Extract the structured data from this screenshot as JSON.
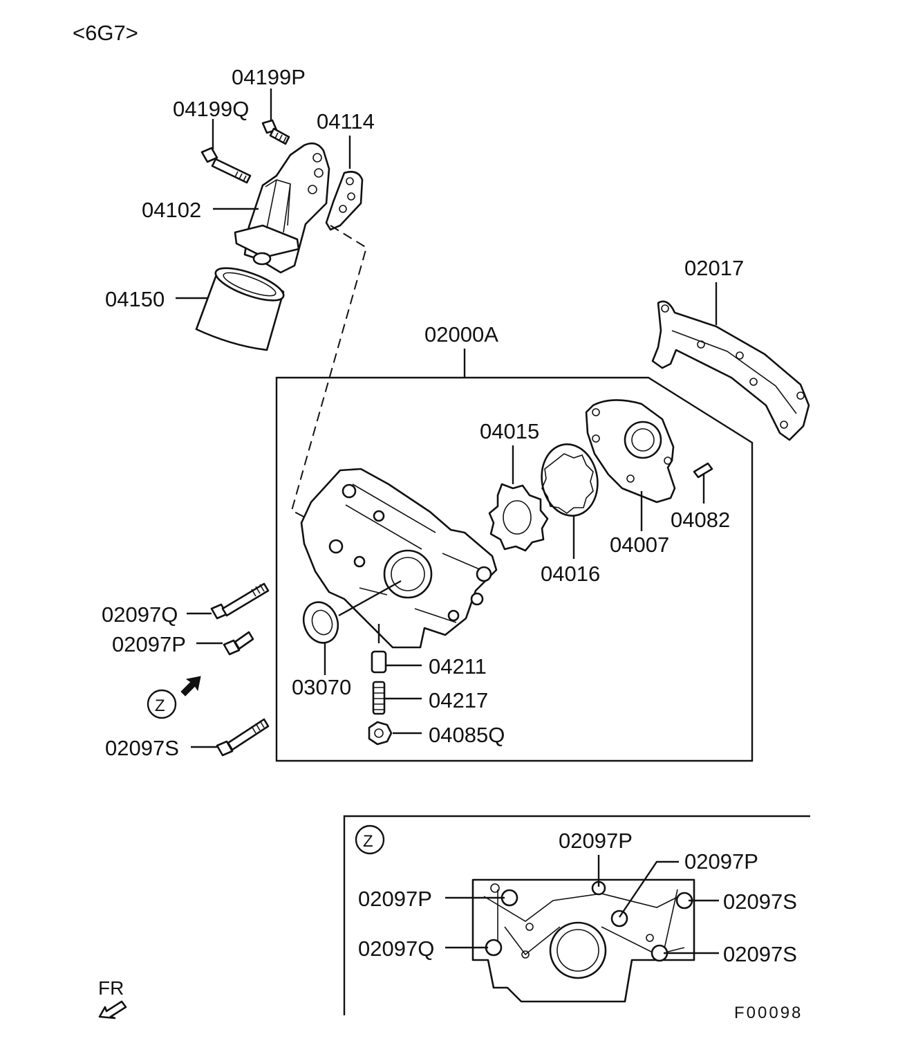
{
  "engine_code": "<6G7>",
  "figure_code": "F00098",
  "front_label": "FR",
  "view_marker": "Z",
  "parts": {
    "p04199P": "04199P",
    "p04199Q": "04199Q",
    "p04114": "04114",
    "p04102": "04102",
    "p04150": "04150",
    "p02017": "02017",
    "p02000A": "02000A",
    "p04015": "04015",
    "p04016": "04016",
    "p04007": "04007",
    "p04082": "04082",
    "p02097Q": "02097Q",
    "p02097P": "02097P",
    "p03070": "03070",
    "p04211": "04211",
    "p04217": "04217",
    "p04085Q": "04085Q",
    "p02097S": "02097S"
  }
}
